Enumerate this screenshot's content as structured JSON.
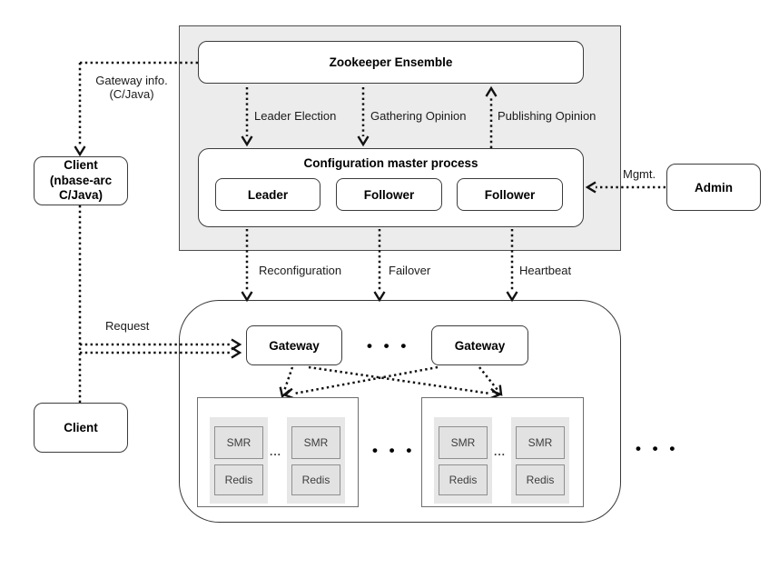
{
  "diagram": {
    "zookeeper": {
      "label": "Zookeeper Ensemble"
    },
    "config_master": {
      "title": "Configuration master process",
      "nodes": [
        "Leader",
        "Follower",
        "Follower"
      ]
    },
    "clients": {
      "top": {
        "lines": [
          "Client",
          "(nbase-arc",
          "C/Java)"
        ]
      },
      "bottom": {
        "label": "Client"
      }
    },
    "admin": {
      "label": "Admin"
    },
    "gateways": [
      "Gateway",
      "Gateway"
    ],
    "cluster": {
      "smr": "SMR",
      "redis": "Redis",
      "inner_dots": "..."
    },
    "ellipsis": "• • •",
    "edge_labels": {
      "gateway_info_line1": "Gateway info.",
      "gateway_info_line2": "(C/Java)",
      "leader_election": "Leader Election",
      "gathering_opinion": "Gathering Opinion",
      "publishing_opinion": "Publishing Opinion",
      "mgmt": "Mgmt.",
      "request": "Request",
      "reconfiguration": "Reconfiguration",
      "failover": "Failover",
      "heartbeat": "Heartbeat"
    },
    "colors": {
      "container_fill": "#ececec",
      "container_border": "#4d4d4d",
      "node_border": "#3c3c3c",
      "unit_fill": "#e2e2e2",
      "line": "#111111"
    }
  }
}
